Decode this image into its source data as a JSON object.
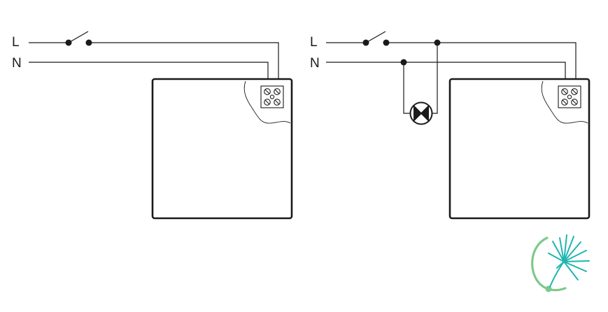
{
  "diagrams": [
    {
      "line_label": "L",
      "neutral_label": "N",
      "has_lamp": false
    },
    {
      "line_label": "L",
      "neutral_label": "N",
      "has_lamp": true
    }
  ],
  "colors": {
    "ink": "#1a1a1a",
    "logo_teal": "#1fb5b0",
    "logo_green": "#7dc98a"
  },
  "icons": {
    "lamp": "lamp-symbol-icon",
    "switch": "switch-symbol-icon",
    "terminal": "terminal-block-icon",
    "logo": "dandelion-logo-icon"
  }
}
